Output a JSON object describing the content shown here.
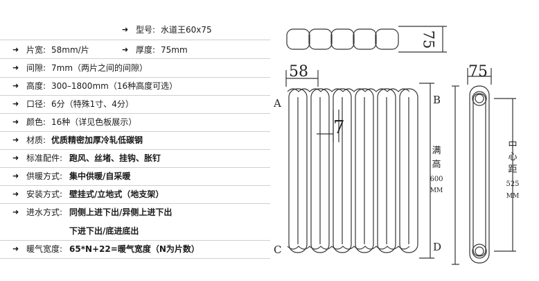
{
  "arrow_glyph": "➜",
  "specs": [
    {
      "label": "型号:",
      "value": "水道王60x75"
    },
    {
      "label": "片宽:",
      "value": "58mm/片",
      "label2": "厚度:",
      "value2": "75mm"
    },
    {
      "label": "间隙:",
      "value": "7mm（两片之间的间隙）"
    },
    {
      "label": "高度:",
      "value": "300–1800mm（16种高度可选）"
    },
    {
      "label": "口径:",
      "value": "6分（特殊1寸、4分）"
    },
    {
      "label": "颜色:",
      "value": "16种（详见色板展示）"
    },
    {
      "label": "材质:",
      "value": "优质精密加厚冷轧低碳钢"
    },
    {
      "label": "标准配件:",
      "value": "跑风、丝堵、挂钩、胀钉"
    },
    {
      "label": "供暖方式:",
      "value": "集中供暖/自采暖"
    },
    {
      "label": "安装方式:",
      "value": "壁挂式/立地式（地支架）"
    },
    {
      "label": "进水方式:",
      "value": "同侧上进下出/异侧上进下出",
      "continuation": "下进下出/底进底出"
    },
    {
      "label": "暖气宽度:",
      "value": "65*N+22=暖气宽度（N为片数）"
    }
  ],
  "diagram": {
    "top_thickness": "75",
    "fin_width": "58",
    "side_thickness": "75",
    "gap": "7",
    "corner_a": "A",
    "corner_b": "B",
    "corner_c": "C",
    "corner_d": "D",
    "total_height_lines": [
      "满",
      "高",
      "600",
      "MM"
    ],
    "center_distance_lines": [
      "中",
      "心",
      "距",
      "525",
      "MM"
    ],
    "fin_count": 6,
    "top_view_count": 5
  }
}
